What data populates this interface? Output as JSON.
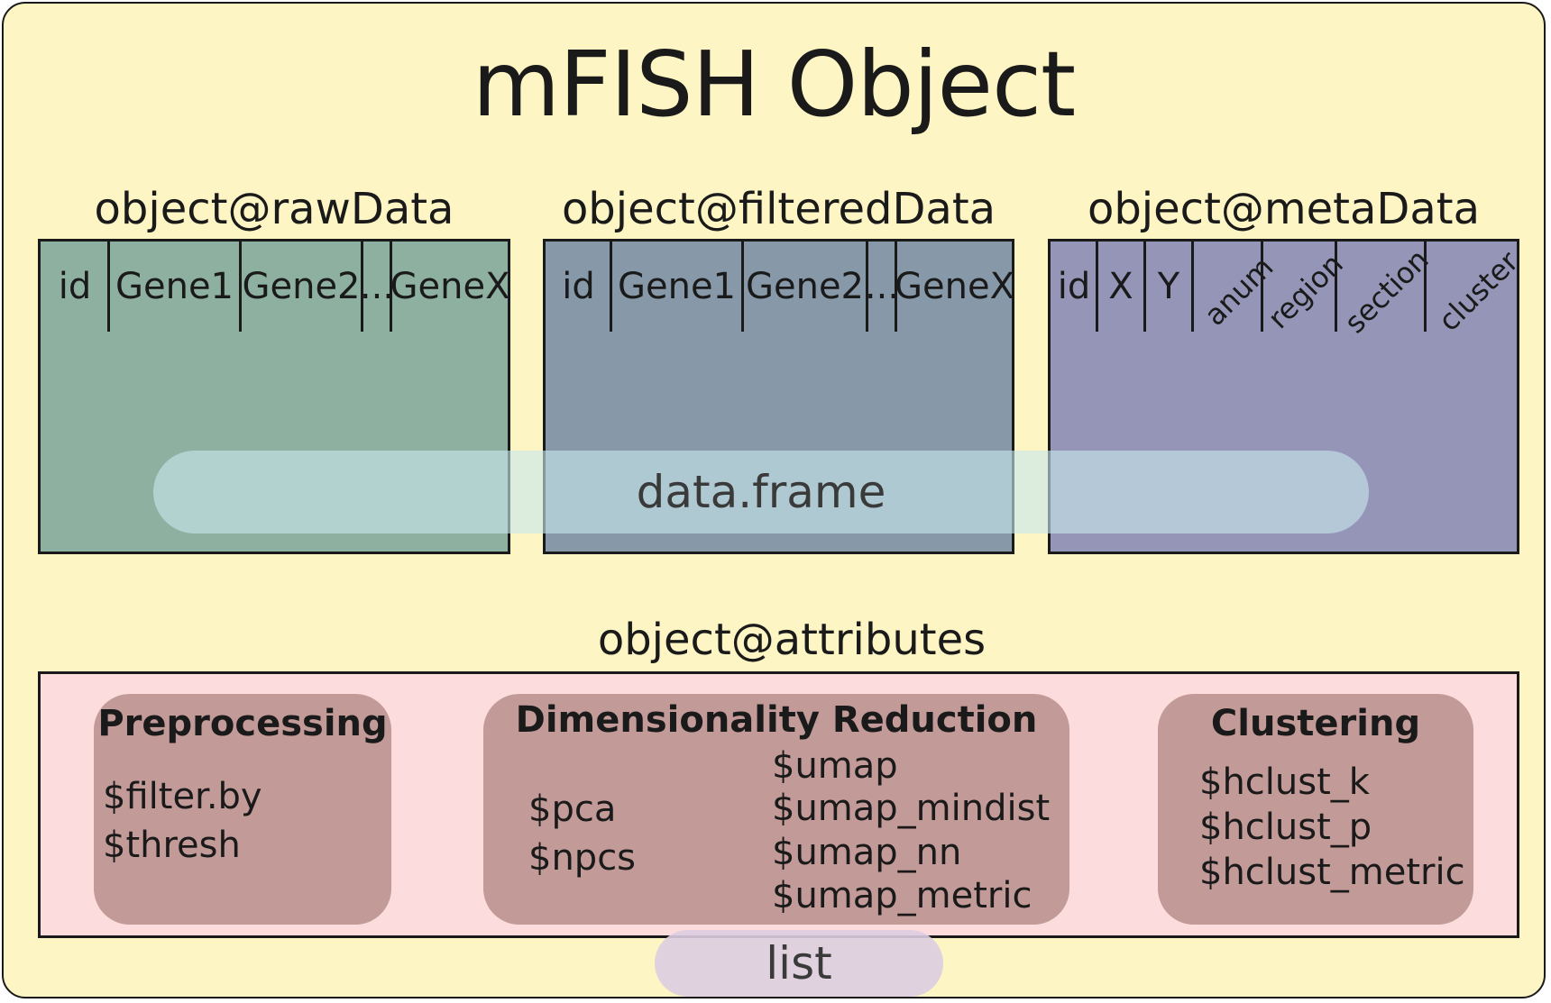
{
  "title": "mFISH Object",
  "raw": {
    "label": "object@rawData",
    "columns": [
      "id",
      "Gene1",
      "Gene2",
      "...",
      "GeneX"
    ]
  },
  "filtered": {
    "label": "object@filteredData",
    "columns": [
      "id",
      "Gene1",
      "Gene2",
      "...",
      "GeneX"
    ]
  },
  "meta": {
    "label": "object@metaData",
    "columns": [
      "id",
      "X",
      "Y",
      "anum",
      "region",
      "section",
      "cluster"
    ]
  },
  "dataframe_label": "data.frame",
  "attributes": {
    "label": "object@attributes",
    "preprocessing": {
      "title": "Preprocessing",
      "items": [
        "$filter.by",
        "$thresh"
      ]
    },
    "dimred": {
      "title": "Dimensionality Reduction",
      "left_items": [
        "$pca",
        "$npcs"
      ],
      "right_items": [
        "$umap",
        "$umap_mindist",
        "$umap_nn",
        "$umap_metric"
      ]
    },
    "clustering": {
      "title": "Clustering",
      "items": [
        "$hclust_k",
        "$hclust_p",
        "$hclust_metric"
      ]
    }
  },
  "list_label": "list",
  "colors": {
    "background": "#fdf5c4",
    "raw_table": "#8db0a1",
    "filtered_table": "#8799a8",
    "meta_table": "#9595b8",
    "attributes_box": "#fcdcdc",
    "attribute_group": "#c29a98"
  }
}
